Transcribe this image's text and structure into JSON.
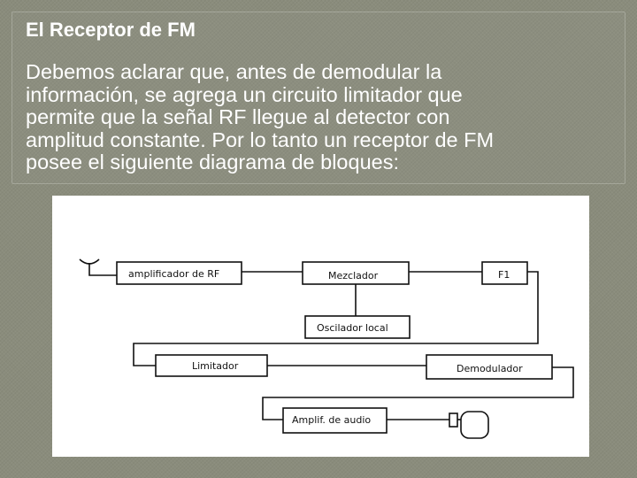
{
  "slide": {
    "title": "El Receptor de FM",
    "body_lines": [
      "Debemos aclarar que, antes de demodular la",
      "información, se agrega un circuito limitador que",
      "permite que la señal RF llegue al detector con",
      "amplitud constante. Por lo tanto un receptor de FM",
      "posee el siguiente diagrama de bloques:"
    ]
  },
  "diagram": {
    "blocks": {
      "rf_amp": "amplificador de RF",
      "mixer": "Mezclador",
      "fi": "F1",
      "local_osc": "Oscilador local",
      "limiter": "Limitador",
      "demodulator": "Demodulador",
      "audio_amp": "Amplif. de audio"
    }
  },
  "colors": {
    "background": "#8a8c7c",
    "text": "#ffffff",
    "diagram_bg": "#ffffff",
    "diagram_ink": "#111111"
  }
}
